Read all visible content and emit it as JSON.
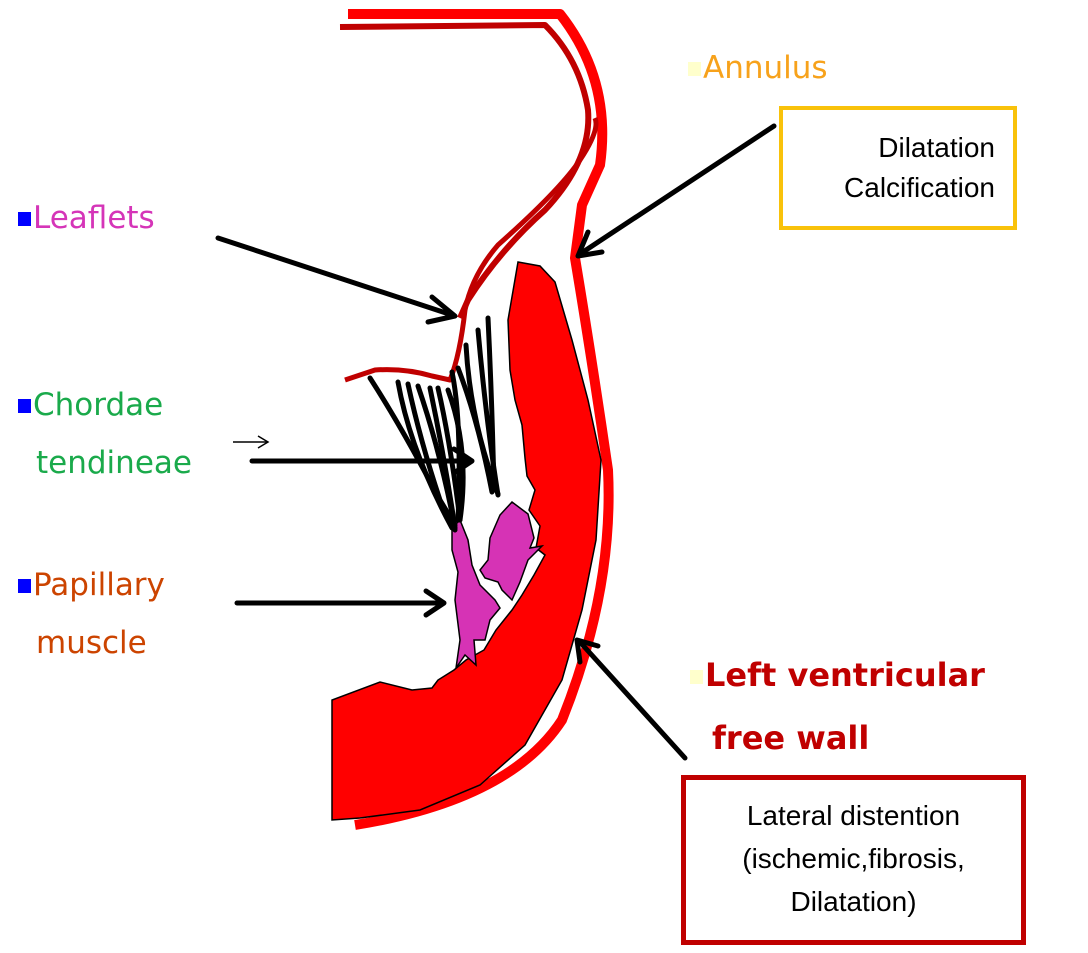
{
  "colors": {
    "wall": "#ff0000",
    "dark_red": "#c00000",
    "muscle": "#d633b5",
    "annulus": "#f7a21b",
    "leaflets": "#d535b8",
    "chordae": "#1aaa4b",
    "papillary": "#cc4400",
    "bullet_blue": "#0000ff",
    "bullet_cream": "#ffffcc",
    "box_gold": "#f9c20a"
  },
  "labels": {
    "annulus": "Annulus",
    "leaflets": "Leaflets",
    "chordae_line1": "Chordae",
    "chordae_line2": "tendineae",
    "papillary_line1": "Papillary",
    "papillary_line2": "muscle",
    "lv_line1": "Left ventricular",
    "lv_line2": "free wall"
  },
  "annulus_box": {
    "line1": "Dilatation",
    "line2": "Calcification"
  },
  "lv_box": {
    "line1": "Lateral distention",
    "line2": "(ischemic,fibrosis,",
    "line3": "Dilatation)"
  }
}
